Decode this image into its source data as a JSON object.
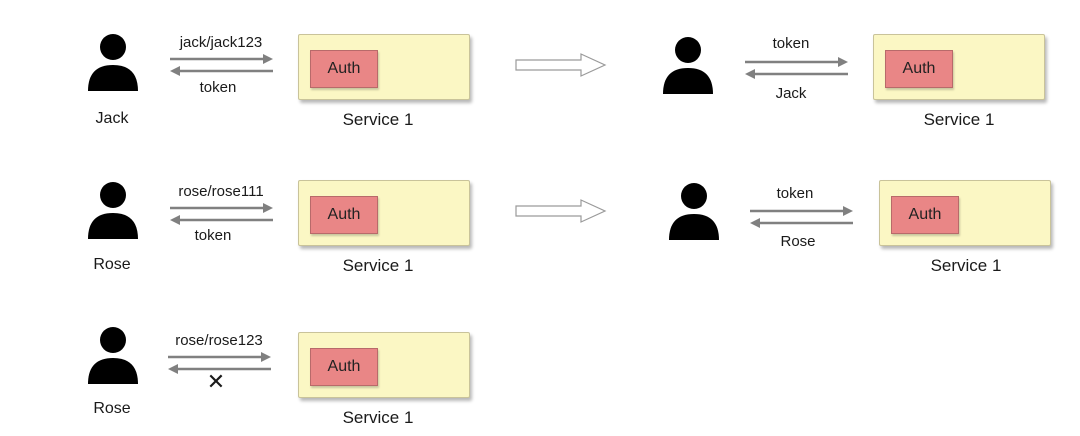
{
  "rows": [
    {
      "before": {
        "user": "Jack",
        "request": "jack/jack123",
        "response": "token",
        "auth": "Auth",
        "service": "Service 1"
      },
      "after": {
        "request": "token",
        "response": "Jack",
        "auth": "Auth",
        "service": "Service 1"
      }
    },
    {
      "before": {
        "user": "Rose",
        "request": "rose/rose111",
        "response": "token",
        "auth": "Auth",
        "service": "Service 1"
      },
      "after": {
        "request": "token",
        "response": "Rose",
        "auth": "Auth",
        "service": "Service 1"
      }
    },
    {
      "before": {
        "user": "Rose",
        "request": "rose/rose123",
        "response": "✕",
        "auth": "Auth",
        "service": "Service 1"
      }
    }
  ],
  "colors": {
    "service_fill": "#fbf7c4",
    "auth_fill": "#e98686",
    "arrow": "#808080"
  }
}
